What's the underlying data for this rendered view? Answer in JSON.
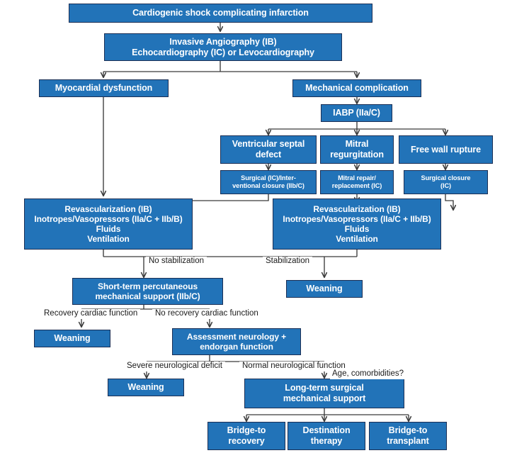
{
  "diagram": {
    "title": "Cardiogenic shock complicating infarction treatment algorithm",
    "colors": {
      "node_fill": "#2273b8",
      "node_border": "#1b2f55",
      "node_text": "#ffffff",
      "connector": "#3a3a3a",
      "background": "#ffffff",
      "label_text": "#1a1a1a"
    }
  },
  "nodes": {
    "cardiogenic_shock": "Cardiogenic shock complicating infarction",
    "invasive_angiography": "Invasive Angiography (IB)\nEchocardiography (IC) or Levocardiography",
    "myocardial_dysfunction": "Myocardial dysfunction",
    "mechanical_complication": "Mechanical complication",
    "iabp": "IABP (IIa/C)",
    "ventricular_septal_defect": "Ventricular septal\ndefect",
    "mitral_regurgitation": "Mitral\nregurgitation",
    "free_wall_rupture": "Free wall rupture",
    "surgical_interventional_closure": "Surgical (IC)/Inter-\nventional closure (IIb/C)",
    "mitral_repair_replacement": "Mitral repair/\nreplacement (IC)",
    "surgical_closure": "Surgical closure\n(IC)",
    "revascularization_left": "Revascularization (IB)\nInotropes/Vasopressors (IIa/C + IIb/B)\nFluids\nVentilation",
    "revascularization_right": "Revascularization (IB)\nInotropes/Vasopressors (IIa/C + IIb/B)\nFluids\nVentilation",
    "short_term_support": "Short-term percutaneous\nmechanical support (IIb/C)",
    "weaning_stabilization": "Weaning",
    "weaning_recovery": "Weaning",
    "assessment_neurology": "Assessment neurology +\nendorgan function",
    "weaning_severe_deficit": "Weaning",
    "long_term_support": "Long-term surgical\nmechanical support",
    "bridge_to_recovery": "Bridge-to\nrecovery",
    "destination_therapy": "Destination\ntherapy",
    "bridge_to_transplant": "Bridge-to\ntransplant"
  },
  "edge_labels": {
    "no_stabilization": "No stabilization",
    "stabilization": "Stabilization",
    "recovery_cardiac_function": "Recovery cardiac function",
    "no_recovery_cardiac_function": "No recovery cardiac function",
    "severe_neurological_deficit": "Severe neurological deficit",
    "normal_neurological_function": "Normal neurological function",
    "age_comorbidities": "Age, comorbidities?"
  }
}
